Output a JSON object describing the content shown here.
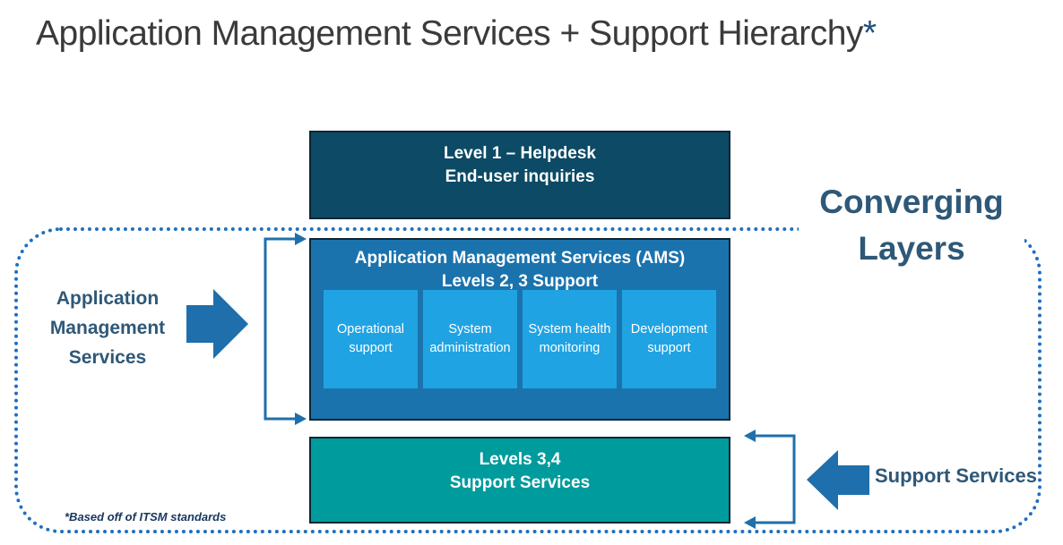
{
  "title": {
    "text": "Application Management Services + Support Hierarchy",
    "asterisk": "*"
  },
  "colors": {
    "level1_fill": "#0C4A66",
    "box_border": "#0C2636",
    "ams_fill": "#1B73AD",
    "sub_fill": "#20A3E3",
    "teal_fill": "#009B9D",
    "arrow_blue": "#1E6FAC",
    "dotted_blue": "#1E6FC0",
    "label_dark": "#2E5878",
    "footnote_navy": "#17365D",
    "title_gray": "#3A3A3A",
    "asterisk_blue": "#1F4E79",
    "white": "#FFFFFF"
  },
  "diagram": {
    "level1": {
      "line1": "Level 1 – Helpdesk",
      "line2": "End-user inquiries"
    },
    "ams": {
      "line1": "Application Management Services (AMS)",
      "line2": "Levels 2, 3 Support",
      "sub_boxes": [
        "Operational support",
        "System administration",
        "System health monitoring",
        "Development support"
      ]
    },
    "support": {
      "line1": "Levels 3,4",
      "line2": "Support Services"
    },
    "left_label": "Application Management Services",
    "right_label": "Support Services",
    "converging": {
      "line1": "Converging",
      "line2": "Layers"
    },
    "footnote": "*Based off of ITSM standards"
  }
}
